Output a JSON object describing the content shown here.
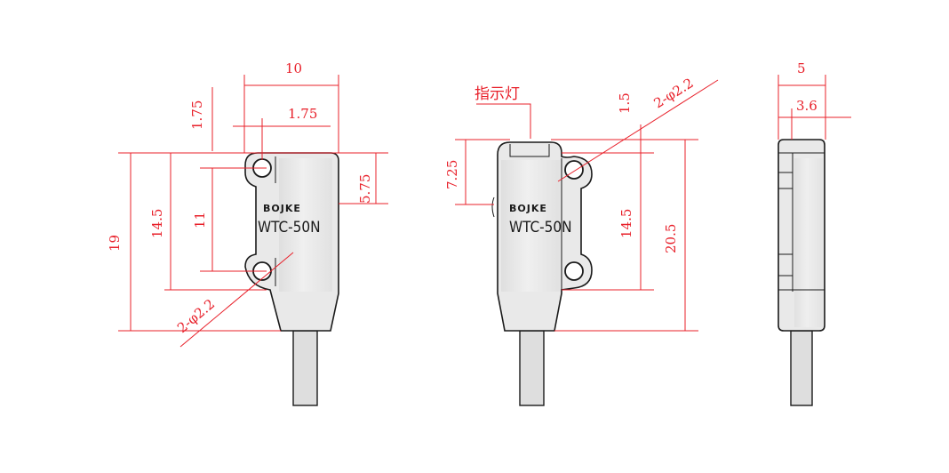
{
  "product": {
    "brand": "BOJKE",
    "model": "WTC-50N"
  },
  "labels": {
    "indicator": "指示灯"
  },
  "dimensions": {
    "front": {
      "width": "10",
      "hole_offset_x": "1.75",
      "hole_offset_y": "1.75",
      "upper_height": "5.75",
      "hole_pitch": "11",
      "body_height": "14.5",
      "total_height": "19",
      "holes": "2-φ2.2"
    },
    "back": {
      "top_height": "7.25",
      "hole_offset": "1.5",
      "holes": "2-φ2.2",
      "hole_span": "14.5",
      "total_height": "20.5"
    },
    "side": {
      "depth": "5",
      "inner_depth": "3.6"
    }
  },
  "colors": {
    "dimension": "#e8202a",
    "outline": "#1a1a1a",
    "body": "#e9e9e9"
  }
}
